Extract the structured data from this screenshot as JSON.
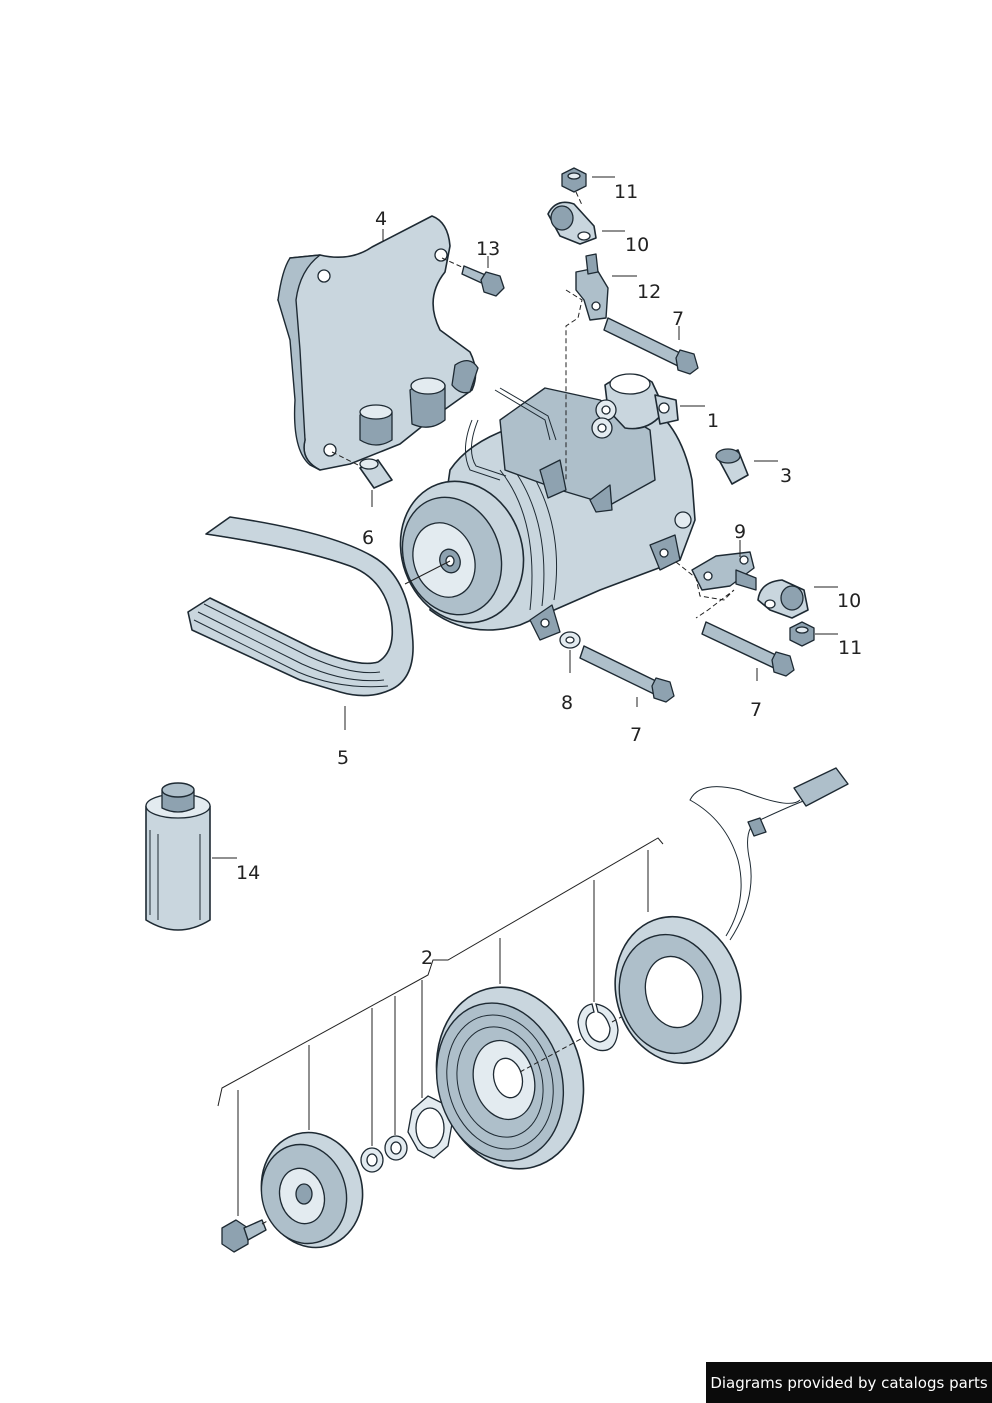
{
  "callouts": {
    "c1": "1",
    "c2": "2",
    "c3": "3",
    "c4": "4",
    "c5": "5",
    "c6": "6",
    "c7a": "7",
    "c7b": "7",
    "c7c": "7",
    "c8": "8",
    "c9": "9",
    "c10a": "10",
    "c10b": "10",
    "c11a": "11",
    "c11b": "11",
    "c12": "12",
    "c13": "13",
    "c14": "14"
  },
  "footer": {
    "text": "Diagrams provided by catalogs parts"
  },
  "colors": {
    "part": "#c9d6de",
    "outline": "#1e2a33",
    "background": "#ffffff",
    "footer_bg": "#0b0b0b"
  }
}
